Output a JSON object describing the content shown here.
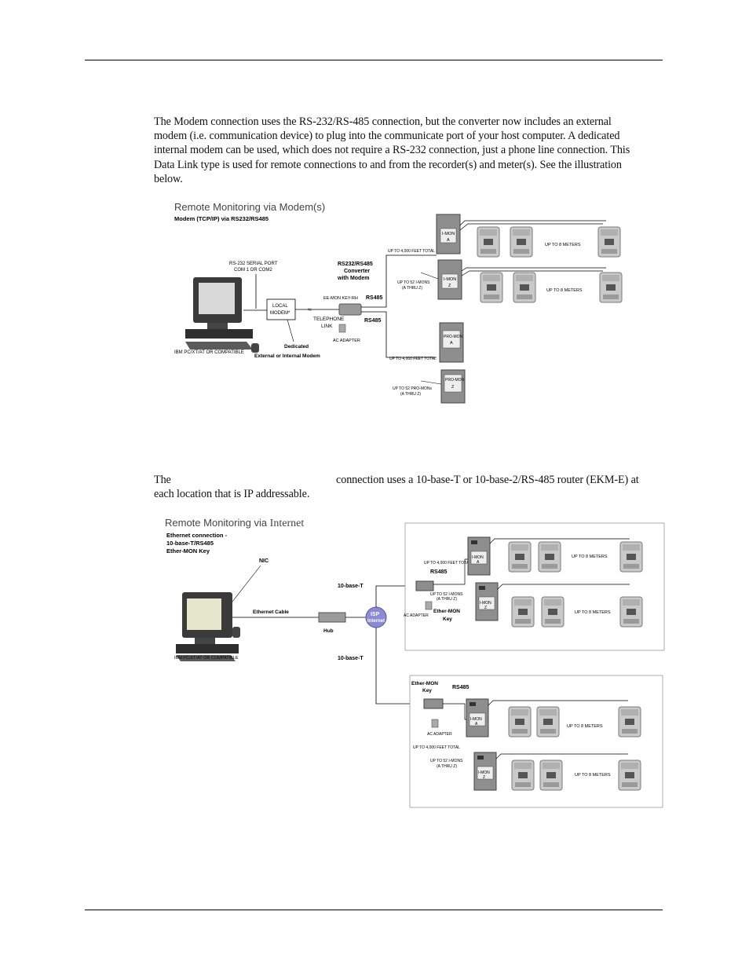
{
  "paragraph1": {
    "lines": [
      "The Modem connection uses the RS-232/RS-485 connection, but the converter now includes an external",
      "modem (i.e. communication device) to plug into the communicate port of your host computer. A dedicated",
      "internal modem can be used, which does not require a RS-232 connection, just a phone line connection. This",
      "Data Link type is used for remote connections to and from the recorder(s) and meter(s).  See the illustration",
      "below."
    ]
  },
  "paragraph2": {
    "line1_left": "The",
    "line1_right": "connection uses a 10-base-T or 10-base-2/RS-485 router (EKM-E) at",
    "line2": "each location that is IP addressable."
  },
  "figure1": {
    "title": "Remote Monitoring via Modem(s)",
    "subtitle": "Modem (TCP/IP) via RS232/RS485",
    "serial_port": "RS-232 SERIAL PORT",
    "com_ports": "COM 1 OR COM2",
    "local_modem_1": "LOCAL",
    "local_modem_2": "MODEM*",
    "telephone_1": "TELEPHONE",
    "telephone_2": "LINK",
    "converter_1": "RS232/RS485",
    "converter_2": "Converter",
    "converter_3": "with Modem",
    "key_label": "EE-MON KEY-RH",
    "rs485_a": "RS485",
    "rs485_b": "RS485",
    "ac_adapter": "AC ADAPTER",
    "dedicated_1": "Dedicated",
    "dedicated_2": "External or Internal Modem",
    "pc_label": "IBM PC/XT/AT OR COMPATIBLE",
    "feet_a": "UP TO 4,000 FEET TOTAL",
    "feet_b": "UP TO 4,000 FEET TOTAL",
    "imons_1": "UP TO 52 I-MONS",
    "imons_2": "(A THRU Z)",
    "promons_1": "UP TO 52 PRO-MONs",
    "promons_2": "(A THRU Z)",
    "imon_a_1": "I-MON",
    "imon_a_2": "A",
    "imon_z_1": "I-MON",
    "imon_z_2": "Z",
    "promon_a_1": "PRO-MON",
    "promon_a_2": "A",
    "promon_z_1": "PRO-MON",
    "promon_z_2": "Z",
    "meters_a": "UP TO 8 METERS",
    "meters_b": "UP TO 8 METERS"
  },
  "figure2": {
    "title_a": "Remote Monitoring via ",
    "title_b": "Internet",
    "sub_1": "Ethernet connection -",
    "sub_2": "10-base-T/RS485",
    "sub_3": "Ether-MON Key",
    "nic": "NIC",
    "cable": "Ethernet Cable",
    "hub": "Hub",
    "base_t_top": "10-base-T",
    "base_t_bottom": "10-base-T",
    "isp_1": "ISP",
    "isp_2": "Internet",
    "pc_label": "IBM PC/XT/AT OR COMPATIBLE",
    "top": {
      "feet": "UP TO 4,000 FEET TOTAL",
      "rs485": "RS485",
      "imons_1": "UP TO 52 I-MONS",
      "imons_2": "(A THRU Z)",
      "ac": "AC ADAPTER",
      "key_1": "Ether-MON",
      "key_2": "Key",
      "imon_a_1": "I-MON",
      "imon_a_2": "A",
      "imon_z_1": "I-MON",
      "imon_z_2": "Z",
      "meters_a": "UP TO 8 METERS",
      "meters_b": "UP TO 8 METERS"
    },
    "bottom": {
      "key_1": "Ether-MON",
      "key_2": "Key",
      "rs485": "RS485",
      "ac": "AC ADAPTER",
      "feet": "UP TO 4,000 FEET TOTAL",
      "imons_1": "UP TO 52 I-MONS",
      "imons_2": "(A THRU Z)",
      "imon_a_1": "I-MON",
      "imon_a_2": "A",
      "imon_z_1": "I-MON",
      "imon_z_2": "Z",
      "meters_a": "UP TO 8 METERS",
      "meters_b": "UP TO 8 METERS"
    }
  }
}
